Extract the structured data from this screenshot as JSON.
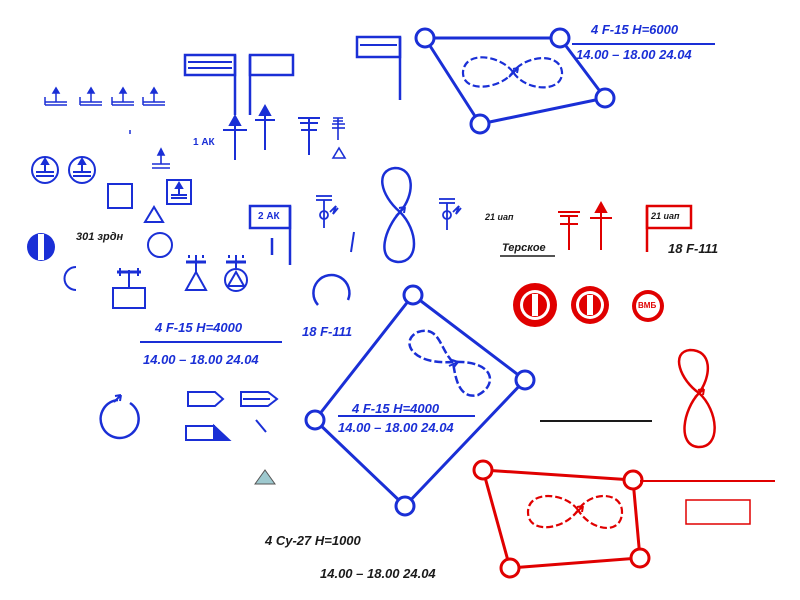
{
  "colors": {
    "blue": "#1a2fd6",
    "red": "#e00000",
    "dark": "#1a1a1a",
    "gray": "#555555",
    "triangle_fill": "#9ec9cf"
  },
  "labels": {
    "top_right_title": "4 F-15 H=6000",
    "top_right_time": "14.00 – 18.00 24.04",
    "ak1": "1 АК",
    "ak2": "2 АК",
    "zrdn": "301 зрдн",
    "iap_left": "21 иап",
    "iap_flag": "21 иап",
    "terskoe": "Терское",
    "f111_red": "18 F-111",
    "vmb": "ВМБ",
    "left_title": "4 F-15 H=4000",
    "left_time": "14.00 – 18.00 24.04",
    "f111_blue": "18 F-111",
    "center_title": "4 F-15 H=4000",
    "center_time": "14.00 – 18.00 24.04",
    "bottom_title": "4 Су-27 H=1000",
    "bottom_time": "14.00 – 18.00 24.04"
  }
}
